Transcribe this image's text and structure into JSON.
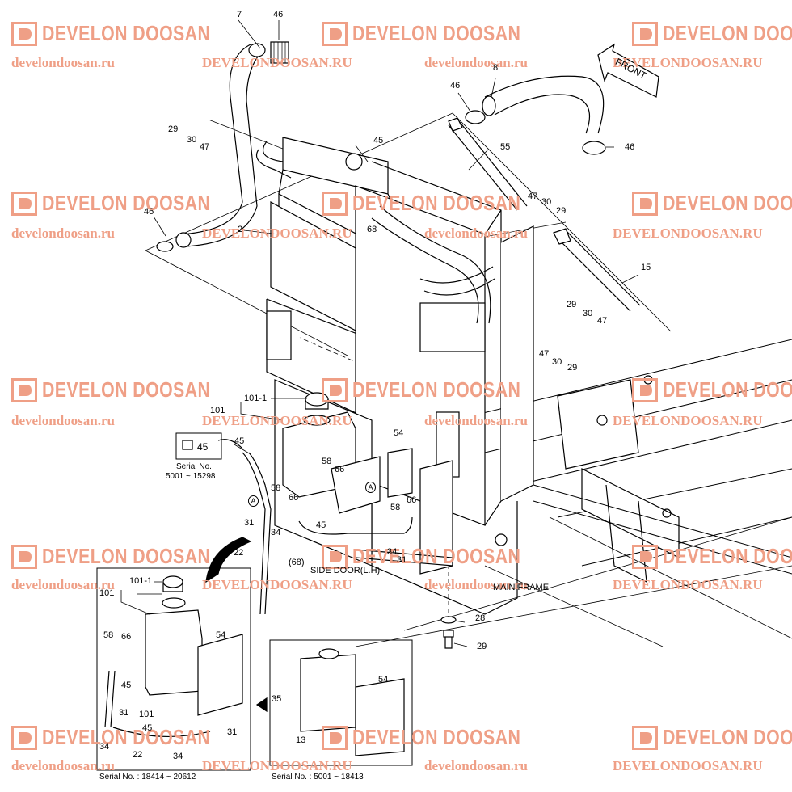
{
  "watermark": {
    "brand": "DEVELON DOOSAN",
    "url_lower": "develondoosan.ru",
    "url_upper": "DEVELONDOOSAN.RU"
  },
  "front_label": "FRONT",
  "callouts": {
    "c7": "7",
    "c46a": "46",
    "c8": "8",
    "c46b": "46",
    "c46c": "46",
    "c29a": "29",
    "c30a": "30",
    "c47a": "47",
    "c45a": "45",
    "c55": "55",
    "c47b": "47",
    "c30b": "30",
    "c29b": "29",
    "c46d": "46",
    "c2": "2",
    "c68a": "68",
    "c15": "15",
    "c29c": "29",
    "c30c": "30",
    "c47c": "47",
    "c47d": "47",
    "c30d": "30",
    "c29d": "29",
    "c101_1a": "101-1",
    "c101a": "101",
    "c45b": "45",
    "c45c": "45",
    "c54a": "54",
    "c58a": "58",
    "c66a": "66",
    "c58b": "58",
    "c66b": "66",
    "c58c": "58",
    "c66c": "66",
    "cAa": "A",
    "cAb": "A",
    "c31a": "31",
    "c34a": "34",
    "c45d": "45",
    "c22a": "22",
    "c68b": "(68)",
    "c34b": "34",
    "c31b": "31",
    "c28": "28",
    "c29e": "29",
    "c101_1b": "101-1",
    "c101b": "101",
    "c58d": "58",
    "c66d": "66",
    "c54b": "54",
    "c45e": "45",
    "c31c": "31",
    "c101c": "101",
    "c45f": "45",
    "c34c": "34",
    "c22b": "22",
    "c34d": "34",
    "c31d": "31",
    "c35": "35",
    "c54c": "54",
    "c13": "13"
  },
  "labels": {
    "side_door": "SIDE DOOR(L.H)",
    "main_frame": "MAIN FRAME"
  },
  "serials": {
    "s1_title": "Serial No.",
    "s1_range": "5001 ~ 15298",
    "s2": "Serial No. : 18414 ~ 20612",
    "s3": "Serial No. : 5001 ~ 18413"
  }
}
